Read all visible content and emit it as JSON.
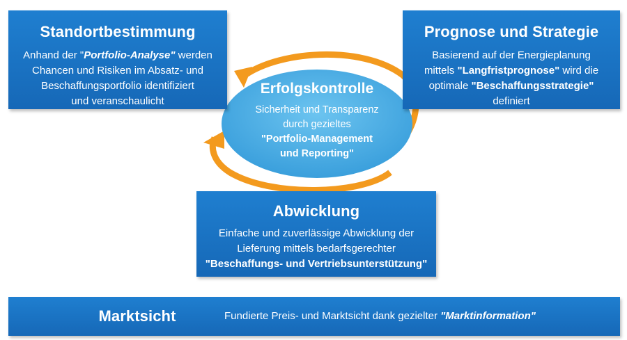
{
  "colors": {
    "box_blue": "#1a73c2",
    "ellipse_blue": "#4fb0e6",
    "cycle_orange": "#f39a1e",
    "text": "#ffffff"
  },
  "standortbestimmung": {
    "title": "Standortbestimmung",
    "line1_pre": "Anhand der \"",
    "line1_em": "Portfolio-Analyse\"",
    "line1_post": " werden",
    "line2": "Chancen und Risiken im Absatz- und",
    "line3": "Beschaffungsportfolio identifiziert",
    "line4": "und veranschaulicht"
  },
  "prognose": {
    "title": "Prognose und Strategie",
    "line1": "Basierend auf der Energieplanung",
    "line2_pre": "mittels ",
    "line2_strong": "\"Langfristprognose\"",
    "line2_post": " wird die",
    "line3_pre": "optimale ",
    "line3_strong": "\"Beschaffungsstrategie\"",
    "line4": "definiert"
  },
  "erfolgskontrolle": {
    "title": "Erfolgskontrolle",
    "line1": "Sicherheit und Transparenz",
    "line2": "durch gezieltes",
    "line3": "\"Portfolio-Management",
    "line4": "und Reporting\""
  },
  "abwicklung": {
    "title": "Abwicklung",
    "line1": "Einfache und zuverlässige  Abwicklung der",
    "line2": "Lieferung mittels bedarfsgerechter",
    "line3": "\"Beschaffungs- und Vertriebsunterstützung\""
  },
  "marktsicht": {
    "title": "Marktsicht",
    "text_pre": "Fundierte Preis- und Marktsicht dank  gezielter ",
    "text_em": "\"Marktinformation\""
  }
}
